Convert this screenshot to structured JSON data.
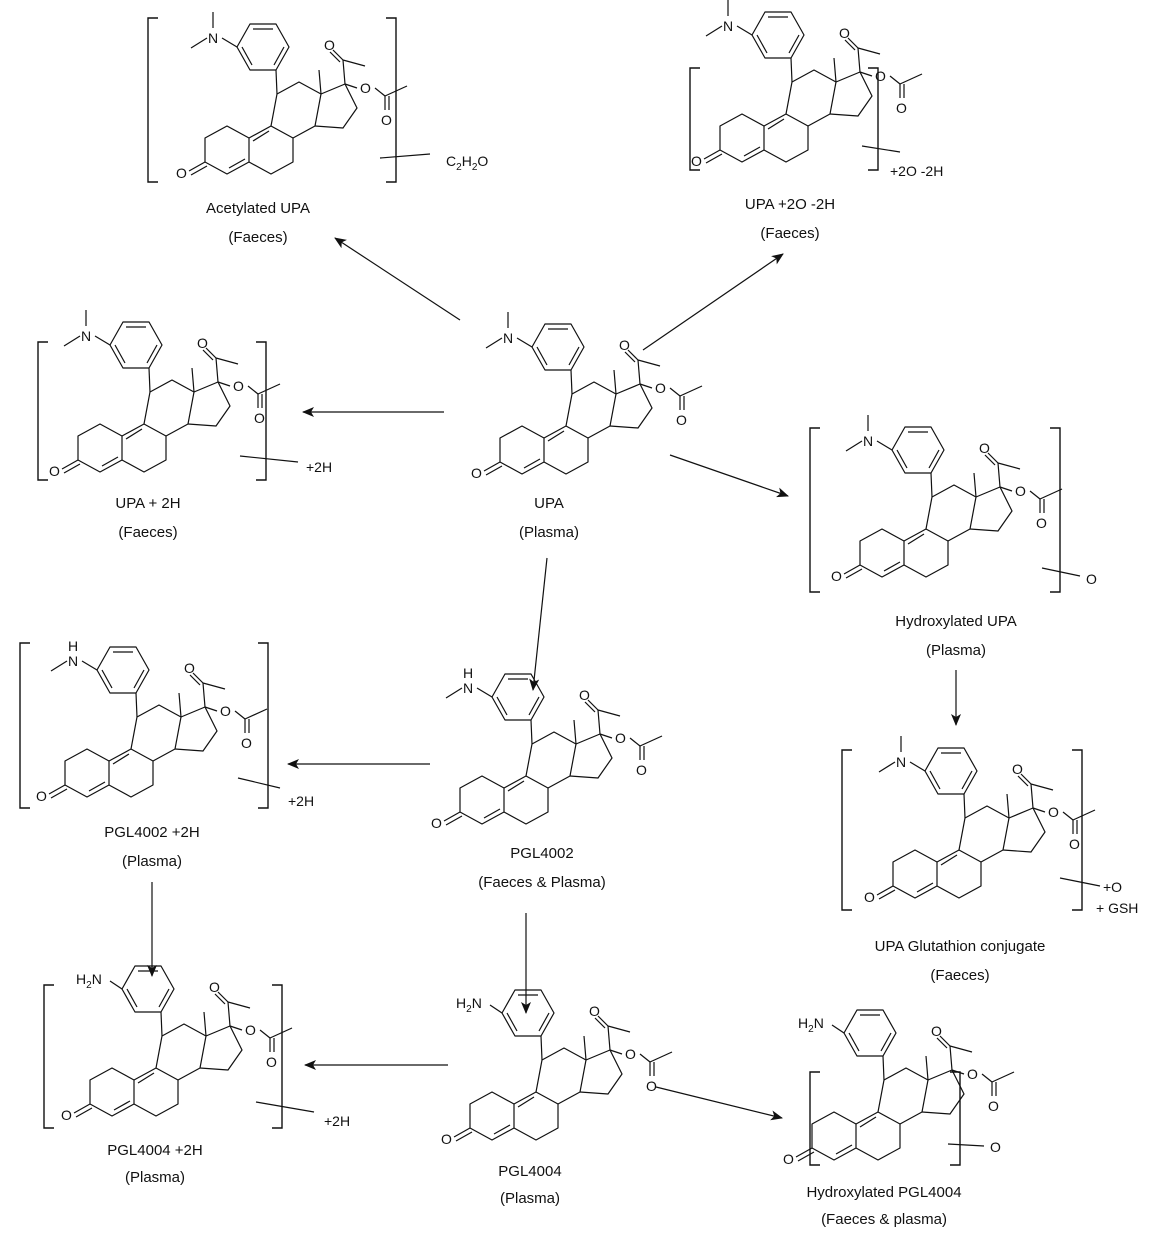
{
  "nodes": {
    "acetylated_upa": {
      "name": "Acetylated UPA",
      "matrix": "(Faeces)",
      "modifier": "C2H2O",
      "amine": "NMe2"
    },
    "upa_2o_2h": {
      "name": "UPA +2O -2H",
      "matrix": "(Faeces)",
      "modifier": "+2O -2H",
      "amine": "NMe2"
    },
    "upa_2h": {
      "name": "UPA + 2H",
      "matrix": "(Faeces)",
      "modifier": "+2H",
      "amine": "NMe2"
    },
    "upa": {
      "name": "UPA",
      "matrix": "(Plasma)",
      "modifier": "",
      "amine": "NMe2"
    },
    "hydroxylated_upa": {
      "name": "Hydroxylated UPA",
      "matrix": "(Plasma)",
      "modifier": "O",
      "amine": "NMe2"
    },
    "pgl4002_2h": {
      "name": "PGL4002 +2H",
      "matrix": "(Plasma)",
      "modifier": "+2H",
      "amine": "NHMe"
    },
    "pgl4002": {
      "name": "PGL4002",
      "matrix": "(Faeces & Plasma)",
      "modifier": "",
      "amine": "NHMe"
    },
    "upa_gsh": {
      "name": "UPA Glutathion conjugate",
      "matrix": "(Faeces)",
      "modifier": "+O",
      "modifier2": "+ GSH",
      "amine": "NMe2"
    },
    "pgl4004_2h": {
      "name": "PGL4004 +2H",
      "matrix": "(Plasma)",
      "modifier": "+2H",
      "amine": "NH2"
    },
    "pgl4004": {
      "name": "PGL4004",
      "matrix": "(Plasma)",
      "modifier": "",
      "amine": "NH2"
    },
    "hydroxylated_pgl4004": {
      "name": "Hydroxylated PGL4004",
      "matrix": "(Faeces & plasma)",
      "modifier": "O",
      "amine": "NH2"
    }
  },
  "atoms": {
    "n": "N",
    "h": "H",
    "o": "O",
    "c": "C",
    "two": "2"
  },
  "edges": [
    {
      "from": "upa",
      "to": "acetylated_upa"
    },
    {
      "from": "upa",
      "to": "upa_2o_2h"
    },
    {
      "from": "upa",
      "to": "upa_2h"
    },
    {
      "from": "upa",
      "to": "hydroxylated_upa"
    },
    {
      "from": "upa",
      "to": "pgl4002"
    },
    {
      "from": "hydroxylated_upa",
      "to": "upa_gsh"
    },
    {
      "from": "pgl4002",
      "to": "pgl4002_2h"
    },
    {
      "from": "pgl4002",
      "to": "pgl4004"
    },
    {
      "from": "pgl4002_2h",
      "to": "pgl4004_2h"
    },
    {
      "from": "pgl4004",
      "to": "pgl4004_2h"
    },
    {
      "from": "pgl4004",
      "to": "hydroxylated_pgl4004"
    }
  ]
}
